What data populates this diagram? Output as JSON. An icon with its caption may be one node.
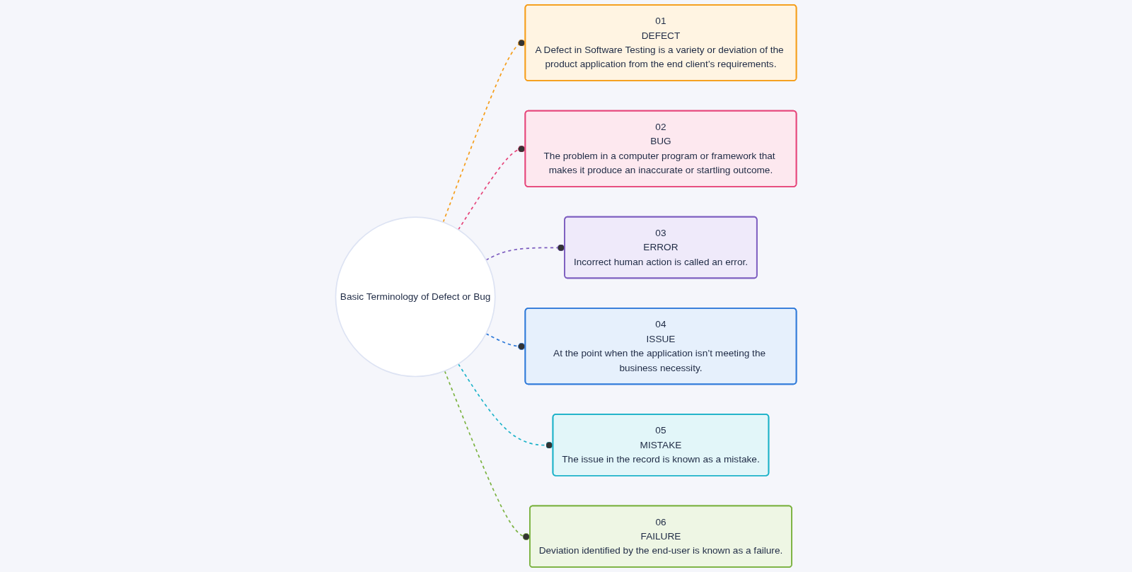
{
  "diagram": {
    "nodes": [
      {
        "text": [
          "Basic Terminology of Defect or Bug"
        ]
      },
      {
        "text": [
          "01",
          "DEFECT",
          "A Defect in Software Testing is a variety or deviation of the product application from the end client’s requirements."
        ]
      },
      {
        "text": [
          "02",
          "BUG",
          "The problem in a computer program or framework that makes it produce an inaccurate or startling outcome."
        ]
      },
      {
        "text": [
          "03",
          "ERROR",
          "Incorrect human action is called an error."
        ]
      },
      {
        "text": [
          "04",
          "ISSUE",
          "At the point when the application isn’t meeting the business necessity."
        ]
      },
      {
        "text": [
          "05",
          "MISTAKE",
          "The issue in the record is known as a mistake."
        ]
      },
      {
        "text": [
          "06",
          "FAILURE",
          "Deviation identified by the end-user is known as a failure."
        ]
      }
    ],
    "edges": [
      {
        "from": 0,
        "to": 1,
        "arrow": "other",
        "style": "dashed",
        "color": "#f59e1b"
      },
      {
        "from": 0,
        "to": 2,
        "arrow": "other",
        "style": "dashed",
        "color": "#e6457a"
      },
      {
        "from": 0,
        "to": 3,
        "arrow": "other",
        "style": "dashed",
        "color": "#7c5cbf"
      },
      {
        "from": 0,
        "to": 4,
        "arrow": "other",
        "style": "dashed",
        "color": "#2f7ad9"
      },
      {
        "from": 0,
        "to": 5,
        "arrow": "other",
        "style": "dashed",
        "color": "#1eb3c9"
      },
      {
        "from": 0,
        "to": 6,
        "arrow": "other",
        "style": "dashed",
        "color": "#7cb342"
      }
    ]
  }
}
